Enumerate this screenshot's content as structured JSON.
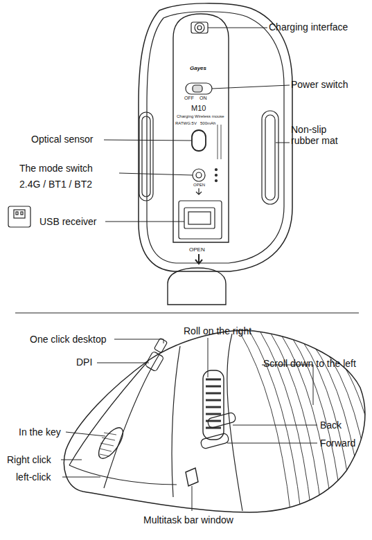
{
  "diagram": {
    "labels": [
      "Charging interface",
      "Power switch",
      "Optical sensor",
      "Non-slip rubber mat",
      "The mode switch",
      "2.4G / BT1 / BT2",
      "USB receiver",
      "Gayes",
      "OFF",
      "ON",
      "M10",
      "Charging Wireless mouse",
      "RATWG:5V",
      "500mAh",
      "OPEN",
      "OPEN",
      "One click desktop",
      "Roll on the right",
      "DPI",
      "Scroll down to the left",
      "In the key",
      "Back",
      "Forward",
      "Right click",
      "left-click",
      "Multitask bar window"
    ]
  }
}
